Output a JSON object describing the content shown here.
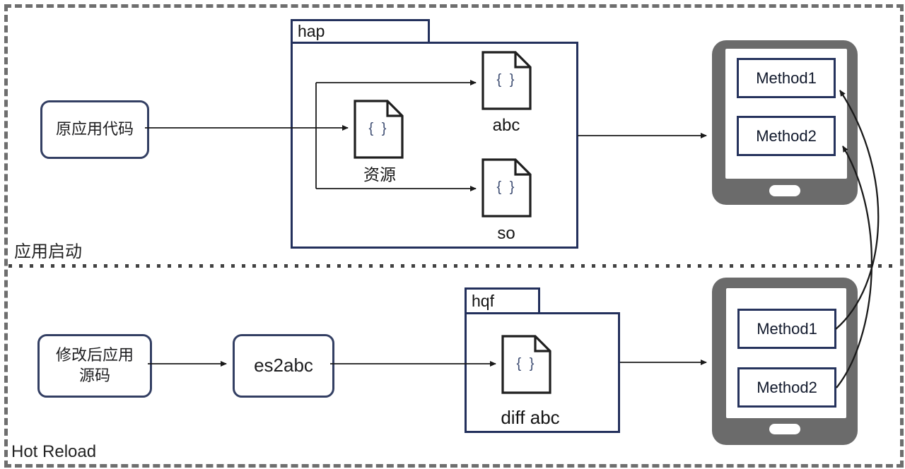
{
  "section_labels": {
    "app_launch": "应用启动",
    "hot_reload": "Hot Reload"
  },
  "app_launch": {
    "source_label": "原应用代码",
    "folder_name": "hap",
    "files": {
      "resource": {
        "glyph": "{ }",
        "label": "资源"
      },
      "abc": {
        "glyph": "{ }",
        "label": "abc"
      },
      "so": {
        "glyph": "{ }",
        "label": "so"
      }
    },
    "device": {
      "method1": "Method1",
      "method2": "Method2"
    }
  },
  "hot_reload": {
    "source_line1": "修改后应用",
    "source_line2": "源码",
    "tool_label": "es2abc",
    "folder_name": "hqf",
    "files": {
      "diff_abc": {
        "glyph": "{ }",
        "label": "diff abc"
      }
    },
    "device": {
      "method1": "Method1",
      "method2": "Method2"
    }
  },
  "colors": {
    "box_border_navy": "#333f63",
    "folder_border_navy": "#23305c",
    "method_border_navy": "#26335d",
    "device_frame_gray": "#6b6b6b",
    "dashed_border_gray": "#6e6e6e",
    "divider_dot_gray": "#424242",
    "line_black": "#1a1a1a",
    "braces_blue": "#3f4e73"
  }
}
